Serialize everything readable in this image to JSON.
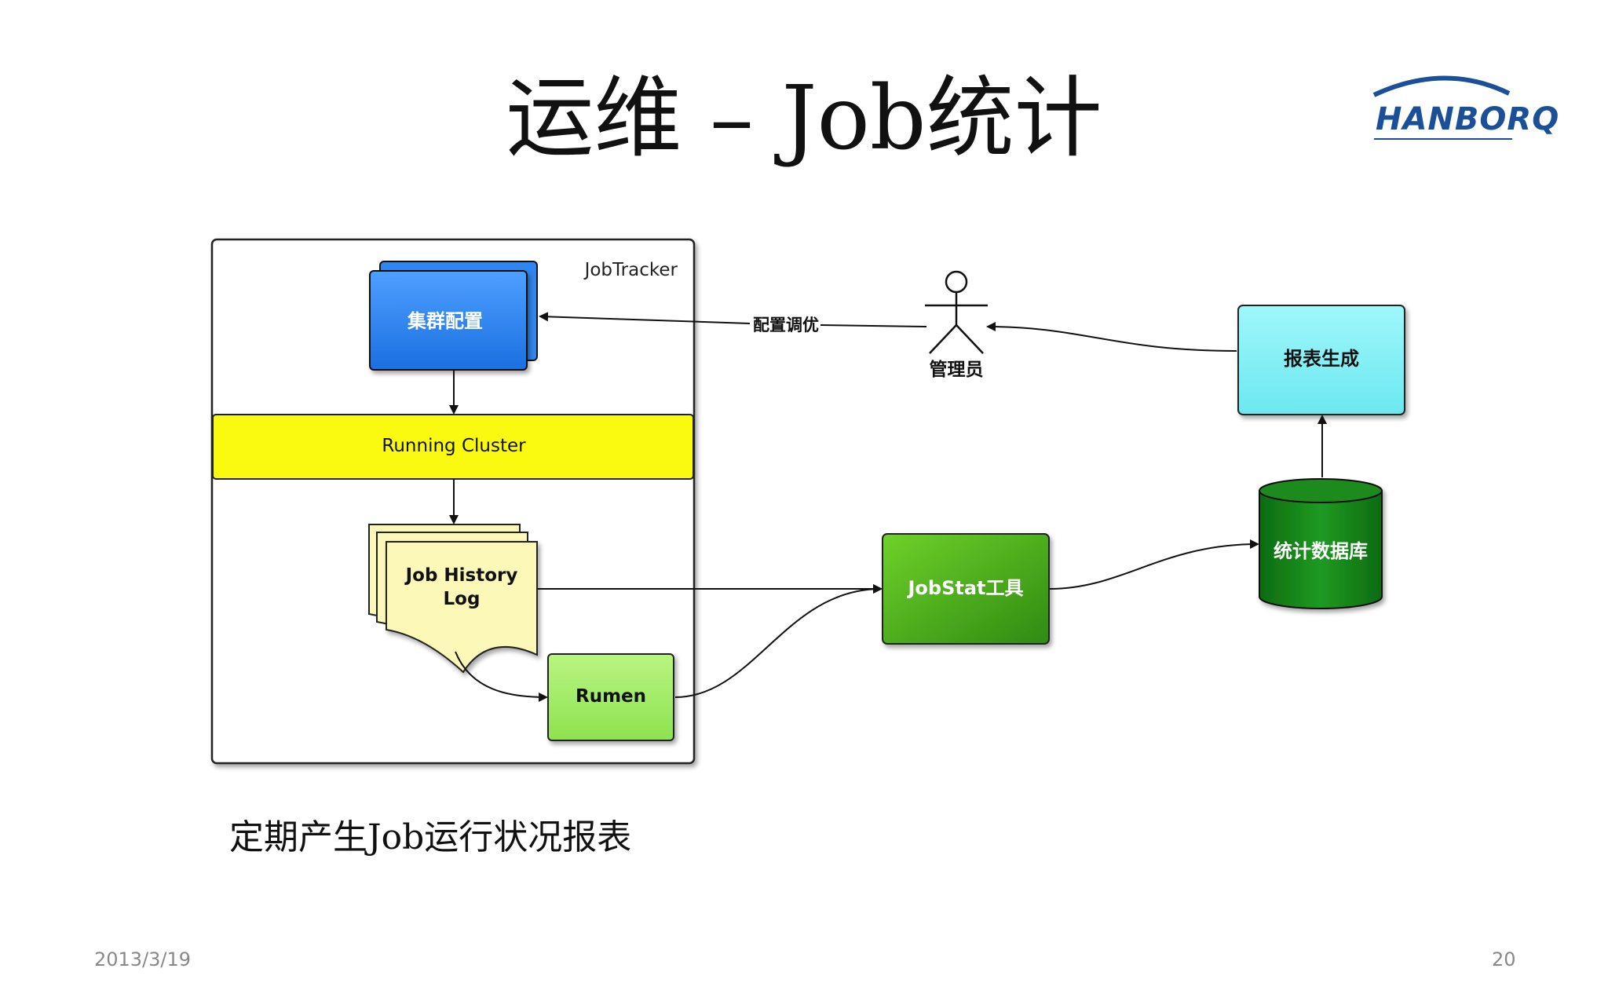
{
  "slide": {
    "title": "运维 – Job统计",
    "logo": "HANBORQ",
    "caption": "定期产生Job运行状况报表",
    "date": "2013/3/19",
    "page": "20"
  },
  "diagram": {
    "container_label": "JobTracker",
    "cluster_config": "集群配置",
    "running_cluster": "Running Cluster",
    "job_history_line1": "Job History",
    "job_history_line2": "Log",
    "rumen": "Rumen",
    "jobstat": "JobStat工具",
    "database": "统计数据库",
    "report": "报表生成",
    "admin": "管理员",
    "tuning_label": "配置调优"
  },
  "colors": {
    "blue": "#2f86f0",
    "yellow": "#fafa10",
    "paper": "#fbf8b8",
    "lightgreen": "#a6f06a",
    "green": "#4aa81c",
    "darkgreen": "#137a17",
    "cyan": "#83f0f5"
  }
}
